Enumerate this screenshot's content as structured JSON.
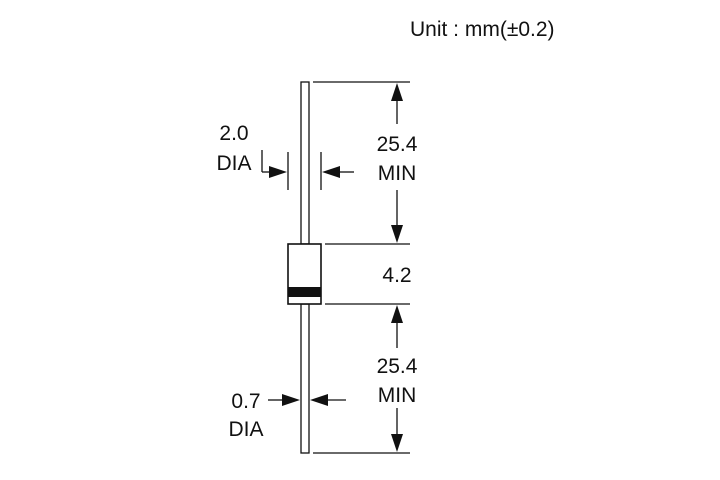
{
  "unit_note": "Unit : mm(±0.2)",
  "dimensions": {
    "body_diameter": {
      "value": "2.0",
      "suffix": "DIA"
    },
    "lead_length_top": {
      "value": "25.4",
      "suffix": "MIN"
    },
    "body_length": {
      "value": "4.2"
    },
    "lead_length_bottom": {
      "value": "25.4",
      "suffix": "MIN"
    },
    "lead_diameter": {
      "value": "0.7",
      "suffix": "DIA"
    }
  },
  "colors": {
    "ink": "#111111",
    "background": "#ffffff",
    "cathode_band": "#111111"
  }
}
